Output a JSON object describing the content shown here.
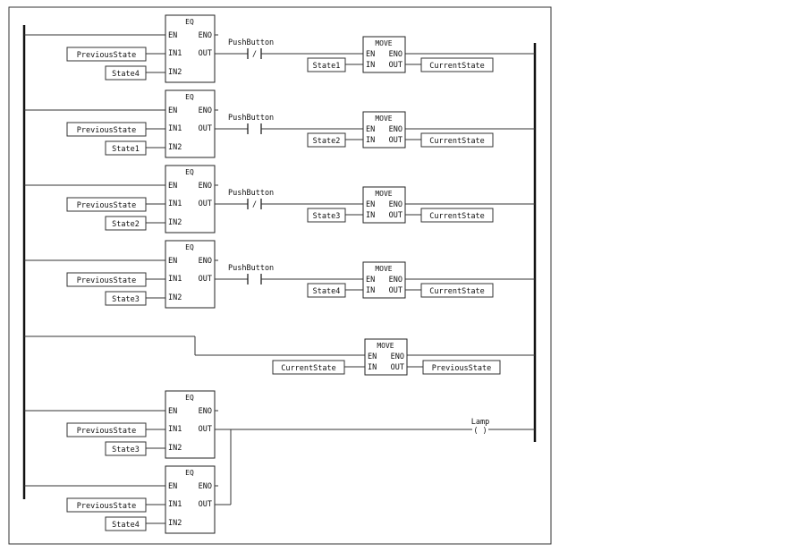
{
  "function_blocks": {
    "eq_title": "EQ",
    "move_title": "MOVE",
    "pin_en": "EN",
    "pin_eno": "ENO",
    "pin_in1": "IN1",
    "pin_in2": "IN2",
    "pin_in": "IN",
    "pin_out": "OUT"
  },
  "rungs": [
    {
      "eq_in1": "PreviousState",
      "eq_in2": "State4",
      "contact_label": "PushButton",
      "contact_type": "normally-closed",
      "contact_symbol": "/",
      "move_in": "State1",
      "move_out": "CurrentState"
    },
    {
      "eq_in1": "PreviousState",
      "eq_in2": "State1",
      "contact_label": "PushButton",
      "contact_type": "normally-open",
      "contact_symbol": "",
      "move_in": "State2",
      "move_out": "CurrentState"
    },
    {
      "eq_in1": "PreviousState",
      "eq_in2": "State2",
      "contact_label": "PushButton",
      "contact_type": "normally-closed",
      "contact_symbol": "/",
      "move_in": "State3",
      "move_out": "CurrentState"
    },
    {
      "eq_in1": "PreviousState",
      "eq_in2": "State3",
      "contact_label": "PushButton",
      "contact_type": "normally-open",
      "contact_symbol": "",
      "move_in": "State4",
      "move_out": "CurrentState"
    }
  ],
  "update_rung": {
    "move_in": "CurrentState",
    "move_out": "PreviousState"
  },
  "lamp_rung": {
    "coil_label": "Lamp",
    "coil_symbol": "( )",
    "branches": [
      {
        "eq_in1": "PreviousState",
        "eq_in2": "State3"
      },
      {
        "eq_in1": "PreviousState",
        "eq_in2": "State4"
      }
    ]
  }
}
